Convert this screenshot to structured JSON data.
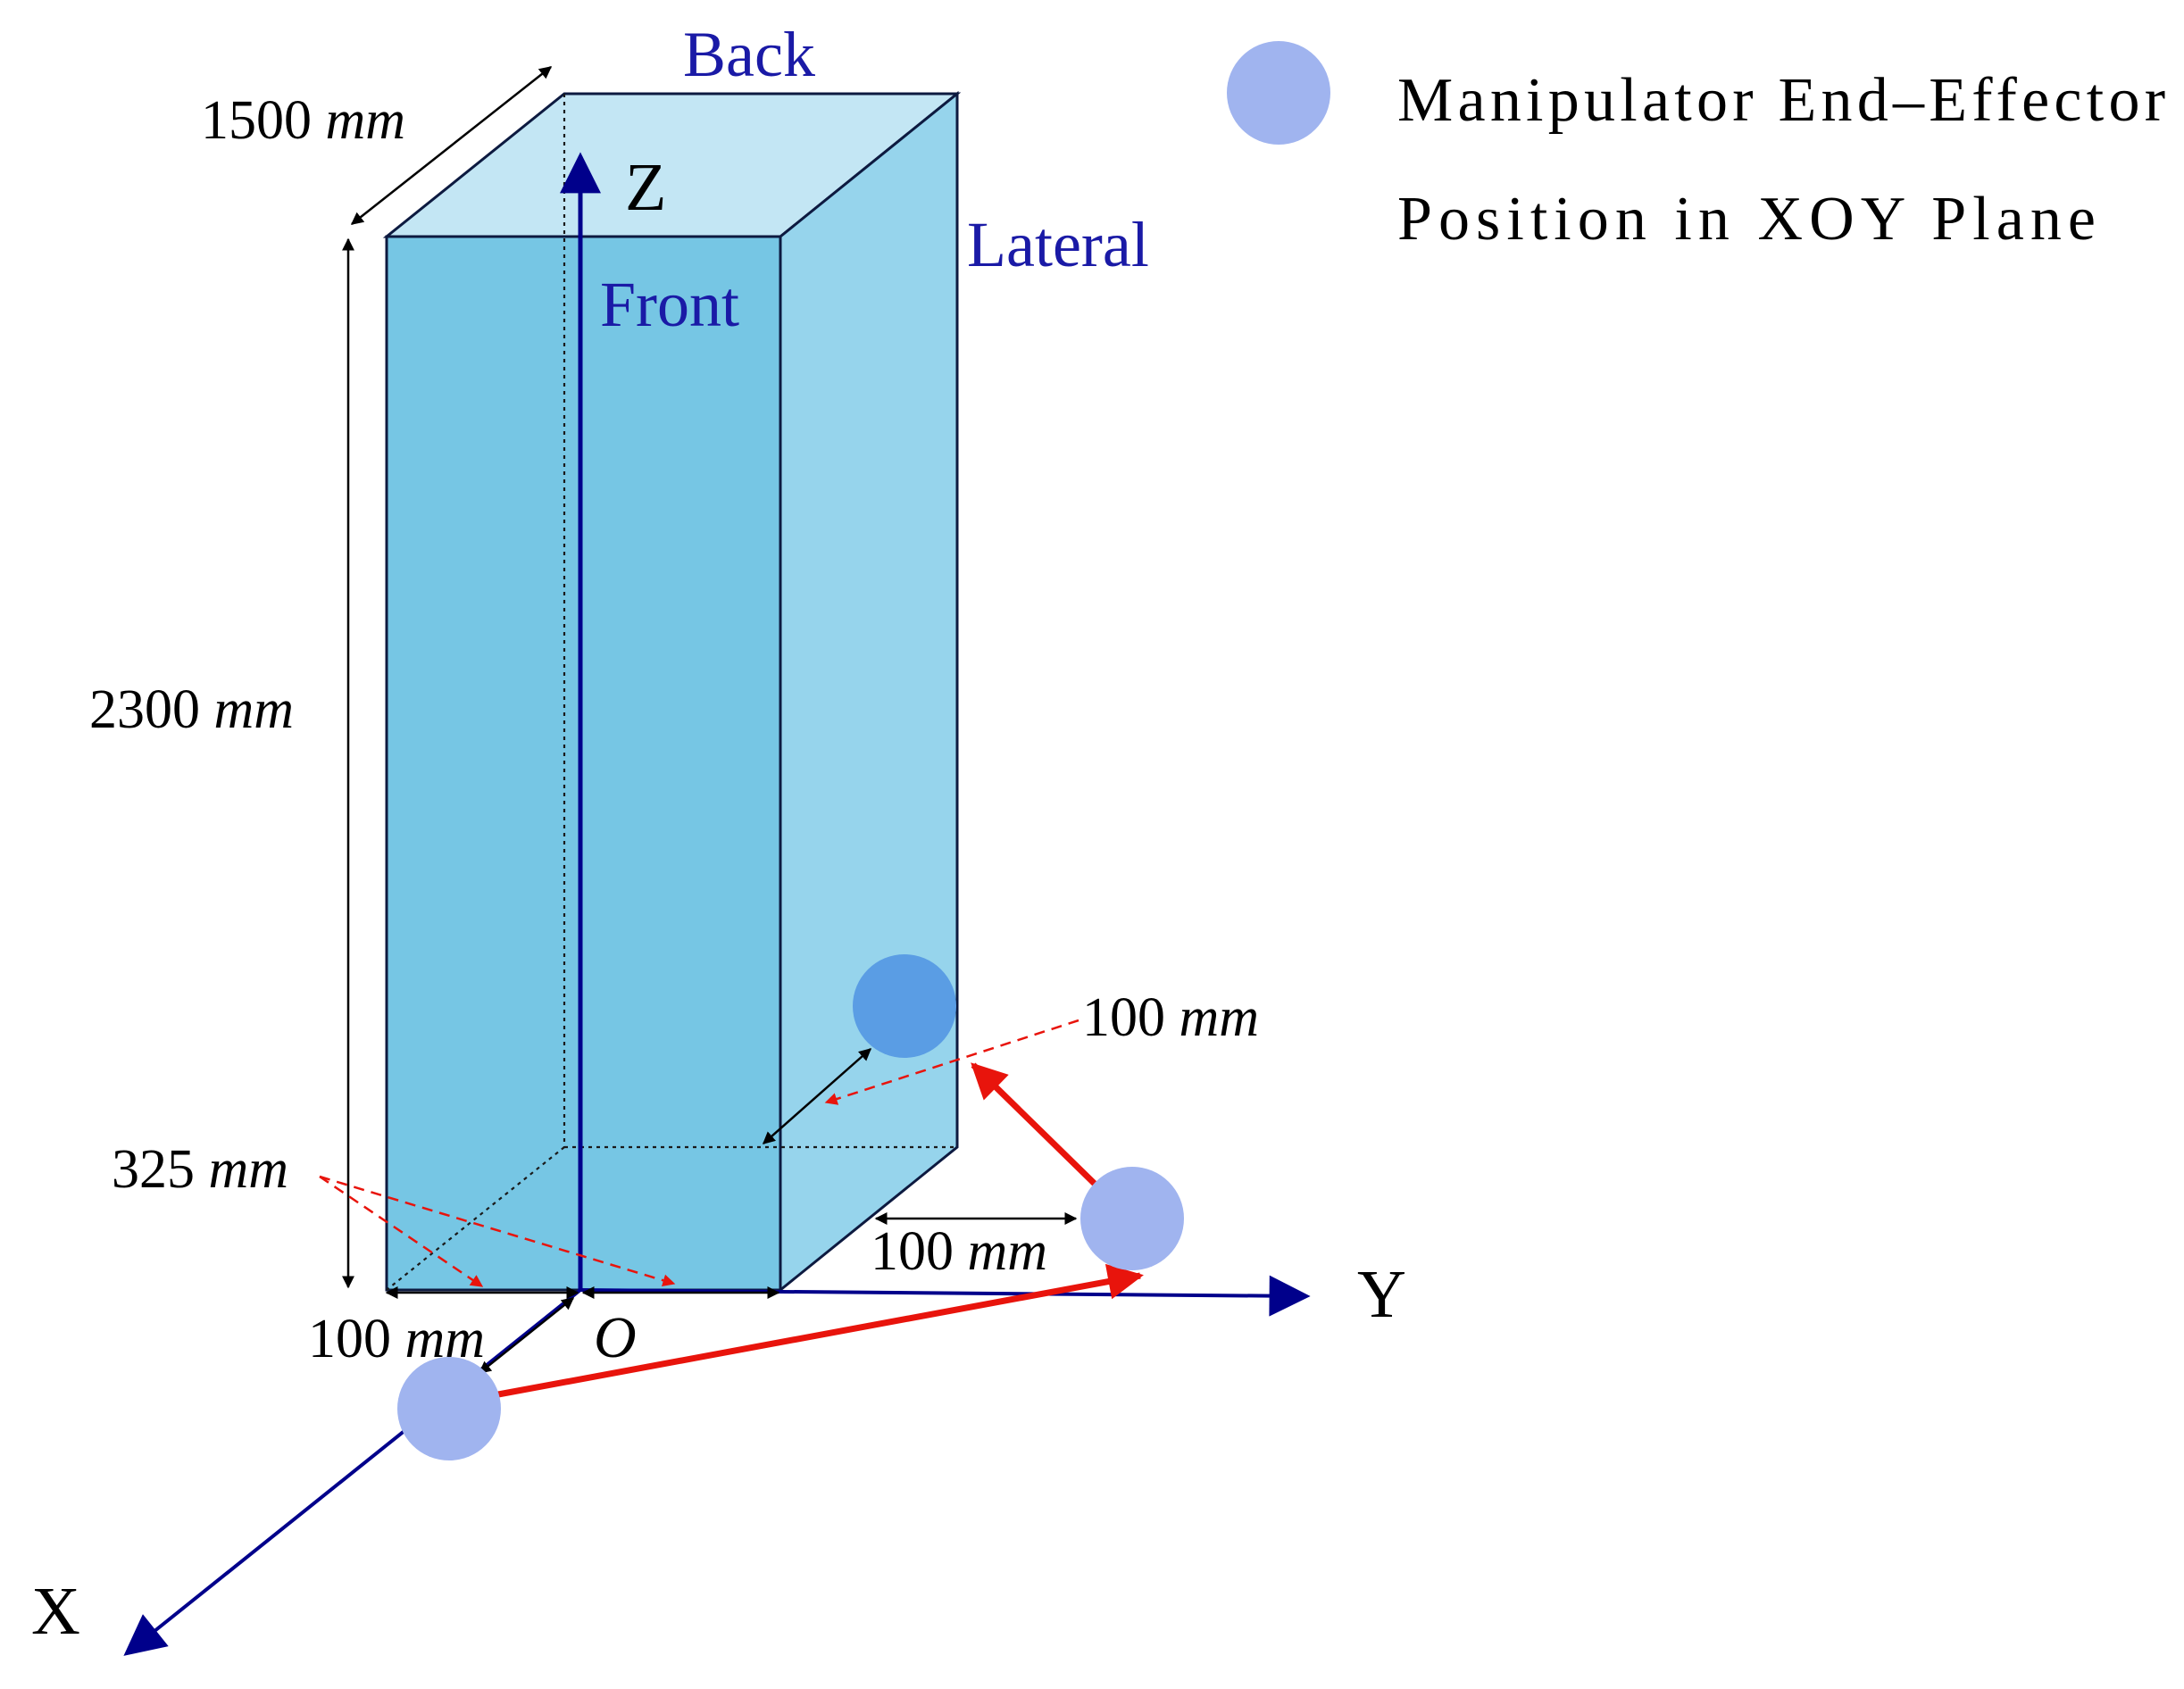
{
  "labels": {
    "back": "Back",
    "front": "Front",
    "lateral": "Lateral",
    "axis_z": "Z",
    "axis_y": "Y",
    "axis_x": "X",
    "origin": "O"
  },
  "dimensions": {
    "depth": {
      "value": "1500",
      "unit": "mm"
    },
    "height": {
      "value": "2300",
      "unit": "mm"
    },
    "half_width": {
      "value": "325",
      "unit": "mm"
    },
    "offset_front": {
      "value": "100",
      "unit": "mm"
    },
    "offset_side": {
      "value": "100",
      "unit": "mm"
    },
    "offset_back": {
      "value": "100",
      "unit": "mm"
    }
  },
  "legend": {
    "line1": "Manipulator End–Effector",
    "line2": "Position in XOY Plane"
  },
  "colors": {
    "front_face": "#76c6e4",
    "side_face": "#96d4ec",
    "top_face": "#c3e6f4",
    "edge": "#0d1a40",
    "axis": "#00008b",
    "label_blue": "#1a1aa6",
    "path_red": "#e8140c",
    "marker_light": "#a0b4ef",
    "marker_dark": "#5a9de4"
  }
}
